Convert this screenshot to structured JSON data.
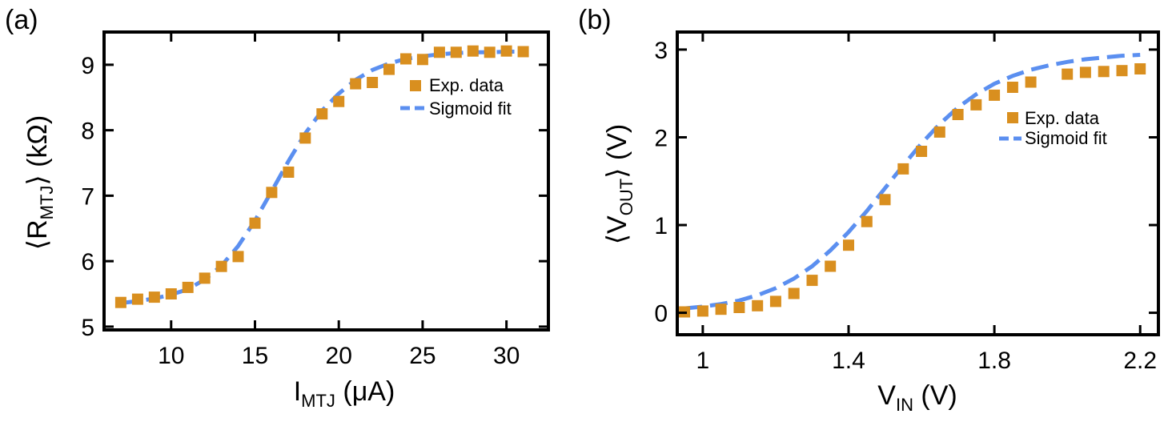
{
  "colors": {
    "data": "#d98f1f",
    "fit": "#5b8ff0",
    "axis": "#000000"
  },
  "chart_data": [
    {
      "type": "scatter",
      "panel_label": "(a)",
      "xlabel": {
        "main": "I",
        "sub": "MTJ",
        "rest": " (μA)"
      },
      "ylabel": {
        "open": "⟨R",
        "sub": "MTJ",
        "close": "⟩ (kΩ)"
      },
      "xlim": [
        6,
        32.5
      ],
      "ylim": [
        4.95,
        9.5
      ],
      "xticks": [
        10,
        15,
        20,
        25,
        30
      ],
      "yticks": [
        5,
        6,
        7,
        8,
        9
      ],
      "xtick_labels": [
        "10",
        "15",
        "20",
        "25",
        "30"
      ],
      "ytick_labels": [
        "5",
        "6",
        "7",
        "8",
        "9"
      ],
      "grid": false,
      "legend": {
        "position": "top-right",
        "entries": [
          "Exp. data",
          "Sigmoid fit"
        ]
      },
      "series": [
        {
          "name": "Exp. data",
          "kind": "points",
          "x": [
            7,
            8,
            9,
            10,
            11,
            12,
            13,
            14,
            15,
            16,
            17,
            18,
            19,
            20,
            21,
            22,
            23,
            24,
            25,
            26,
            27,
            28,
            29,
            30,
            31
          ],
          "y": [
            5.37,
            5.42,
            5.45,
            5.5,
            5.6,
            5.74,
            5.92,
            6.07,
            6.58,
            7.05,
            7.36,
            7.88,
            8.25,
            8.44,
            8.71,
            8.73,
            8.93,
            9.09,
            9.08,
            9.19,
            9.19,
            9.21,
            9.19,
            9.21,
            9.2
          ]
        },
        {
          "name": "Sigmoid fit",
          "kind": "curve",
          "x": [
            7,
            8,
            9,
            10,
            11,
            12,
            13,
            14,
            15,
            16,
            17,
            18,
            19,
            20,
            21,
            22,
            23,
            24,
            25,
            26,
            27,
            28,
            29,
            30,
            31
          ],
          "y": [
            5.36,
            5.39,
            5.43,
            5.49,
            5.57,
            5.72,
            5.93,
            6.23,
            6.62,
            7.07,
            7.53,
            7.95,
            8.3,
            8.56,
            8.77,
            8.92,
            9.02,
            9.09,
            9.13,
            9.16,
            9.18,
            9.19,
            9.19,
            9.2,
            9.2
          ]
        }
      ]
    },
    {
      "type": "scatter",
      "panel_label": "(b)",
      "xlabel": {
        "main": "V",
        "sub": "IN",
        "rest": " (V)"
      },
      "ylabel": {
        "open": "⟨V",
        "sub": "OUT",
        "close": "⟩ (V)"
      },
      "xlim": [
        0.93,
        2.25
      ],
      "ylim": [
        -0.25,
        3.2
      ],
      "xticks": [
        1.0,
        1.4,
        1.8,
        2.2
      ],
      "yticks": [
        0,
        1,
        2,
        3
      ],
      "xtick_labels": [
        "1",
        "1.4",
        "1.8",
        "2.2"
      ],
      "ytick_labels": [
        "0",
        "1",
        "2",
        "3"
      ],
      "grid": false,
      "legend": {
        "position": "center-right",
        "entries": [
          "Exp. data",
          "Sigmoid fit"
        ]
      },
      "series": [
        {
          "name": "Exp. data",
          "kind": "points",
          "x": [
            0.95,
            1.0,
            1.05,
            1.1,
            1.15,
            1.2,
            1.25,
            1.3,
            1.35,
            1.4,
            1.45,
            1.5,
            1.55,
            1.6,
            1.65,
            1.7,
            1.75,
            1.8,
            1.85,
            1.9,
            2.0,
            2.05,
            2.1,
            2.15,
            2.2
          ],
          "y": [
            0.01,
            0.02,
            0.04,
            0.06,
            0.08,
            0.13,
            0.22,
            0.37,
            0.53,
            0.77,
            1.04,
            1.29,
            1.64,
            1.84,
            2.06,
            2.26,
            2.37,
            2.48,
            2.57,
            2.63,
            2.72,
            2.74,
            2.75,
            2.76,
            2.78
          ]
        },
        {
          "name": "Sigmoid fit",
          "kind": "curve",
          "x": [
            0.95,
            1.0,
            1.05,
            1.1,
            1.15,
            1.2,
            1.25,
            1.3,
            1.35,
            1.4,
            1.45,
            1.5,
            1.55,
            1.6,
            1.65,
            1.7,
            1.75,
            1.8,
            1.85,
            1.9,
            1.95,
            2.0,
            2.05,
            2.1,
            2.15,
            2.2
          ],
          "y": [
            0.05,
            0.07,
            0.1,
            0.14,
            0.2,
            0.28,
            0.39,
            0.53,
            0.71,
            0.92,
            1.16,
            1.42,
            1.68,
            1.93,
            2.15,
            2.34,
            2.49,
            2.61,
            2.7,
            2.77,
            2.82,
            2.86,
            2.89,
            2.91,
            2.93,
            2.94
          ]
        }
      ]
    }
  ]
}
